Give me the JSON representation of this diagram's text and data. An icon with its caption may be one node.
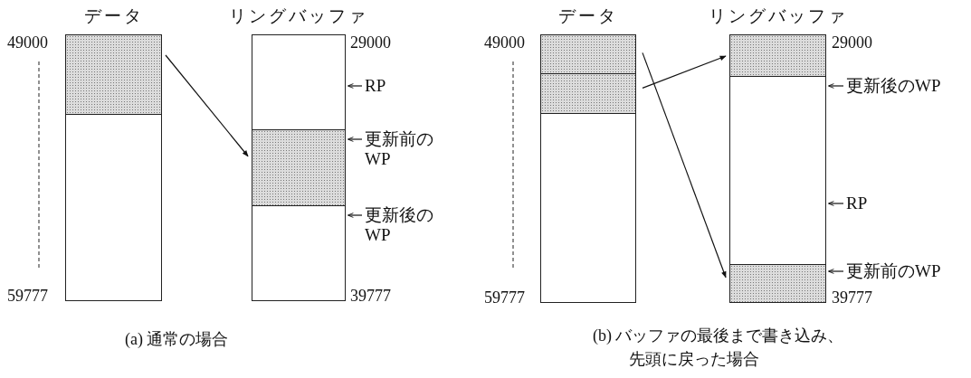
{
  "diagram": {
    "nodes": [
      {
        "text": [
          "データ"
        ]
      },
      {
        "text": [],
        "shape": "box",
        "in": 0
      },
      {
        "text": [
          "リングバッファ"
        ]
      },
      {
        "text": [],
        "shape": "box",
        "in": 2
      },
      {
        "text": [
          "RP"
        ]
      },
      {
        "text": [
          "更新前の WP"
        ]
      },
      {
        "text": [
          "更新後の WP"
        ]
      },
      {
        "text": [
          "データ"
        ]
      },
      {
        "text": [],
        "shape": "box",
        "in": 7
      },
      {
        "text": [],
        "shape": "box",
        "in": 7
      },
      {
        "text": [
          "リングバッファ"
        ]
      },
      {
        "text": [],
        "shape": "box",
        "in": 10
      },
      {
        "text": [],
        "shape": "box",
        "in": 10
      },
      {
        "text": [
          "更新後のWP"
        ]
      },
      {
        "text": [
          "RP"
        ]
      },
      {
        "text": [
          "更新前のWP"
        ]
      }
    ],
    "edges": [
      {
        "from": 1,
        "to": 3,
        "arrow": "to"
      },
      {
        "from": 4,
        "to": 2,
        "arrow": "to"
      },
      {
        "from": 5,
        "to": 2,
        "arrow": "to"
      },
      {
        "from": 6,
        "to": 2,
        "arrow": "to"
      },
      {
        "from": 9,
        "to": 11,
        "arrow": "to"
      },
      {
        "from": 8,
        "to": 12,
        "arrow": "to"
      },
      {
        "from": 13,
        "to": 10,
        "arrow": "to"
      },
      {
        "from": 14,
        "to": 10,
        "arrow": "to"
      },
      {
        "from": 15,
        "to": 10,
        "arrow": "to"
      }
    ],
    "labels": [
      "49000",
      "29000",
      "59777",
      "39777",
      "(a) 通常の場合",
      "49000",
      "29000",
      "59777",
      "39777",
      "(b) バッファの最後まで書き込み、先頭に戻った場合"
    ]
  }
}
